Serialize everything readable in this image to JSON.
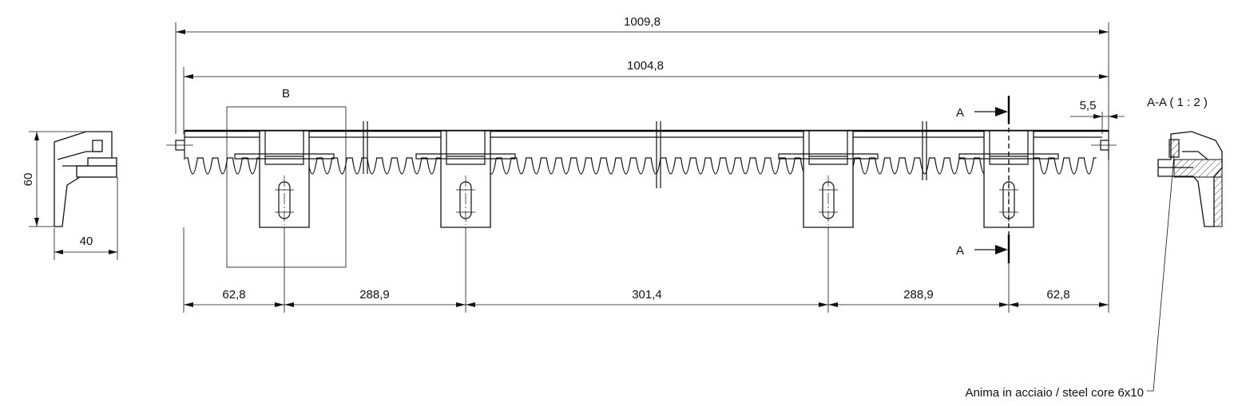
{
  "dimensions": {
    "overall_length": "1009,8",
    "rack_length": "1004,8",
    "end_offset": "5,5",
    "height": "60",
    "width": "40",
    "segment_left": "62,8",
    "segment_second": "288,9",
    "segment_middle": "301,4",
    "segment_fourth": "288,9",
    "segment_right": "62,8"
  },
  "labels": {
    "detail": "B",
    "section_top": "A",
    "section_bottom": "A",
    "section_title": "A-A ( 1 : 2 )",
    "core_note": "Anima in acciaio / steel core 6x10"
  }
}
